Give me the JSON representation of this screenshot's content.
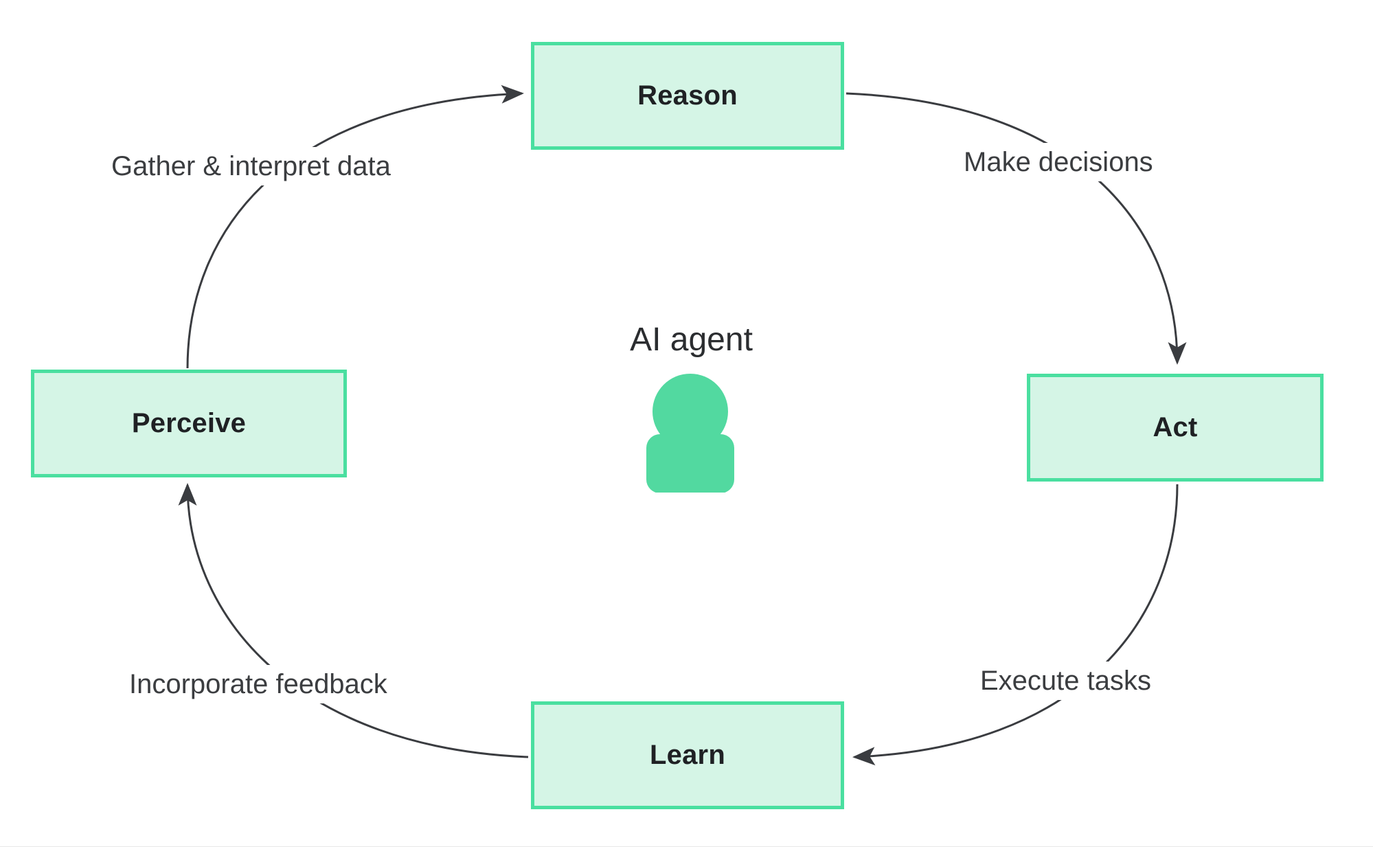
{
  "diagram": {
    "title": "AI agent",
    "center": {
      "label": "AI agent",
      "icon": "person-avatar-icon"
    },
    "nodes": [
      {
        "id": "reason",
        "label": "Reason",
        "position": "top"
      },
      {
        "id": "act",
        "label": "Act",
        "position": "right"
      },
      {
        "id": "learn",
        "label": "Learn",
        "position": "bottom"
      },
      {
        "id": "perceive",
        "label": "Perceive",
        "position": "left"
      }
    ],
    "edges": [
      {
        "from": "perceive",
        "to": "reason",
        "label": "Gather & interpret data"
      },
      {
        "from": "reason",
        "to": "act",
        "label": "Make decisions"
      },
      {
        "from": "act",
        "to": "learn",
        "label": "Execute tasks"
      },
      {
        "from": "learn",
        "to": "perceive",
        "label": "Incorporate feedback"
      }
    ],
    "colors": {
      "node_fill": "#d5f5e6",
      "node_border": "#4adfa0",
      "node_text": "#1f2124",
      "edge_label_text": "#3b3d40",
      "arrow_stroke": "#3a3c40",
      "agent_icon": "#52d9a0",
      "background": "#ffffff"
    }
  }
}
